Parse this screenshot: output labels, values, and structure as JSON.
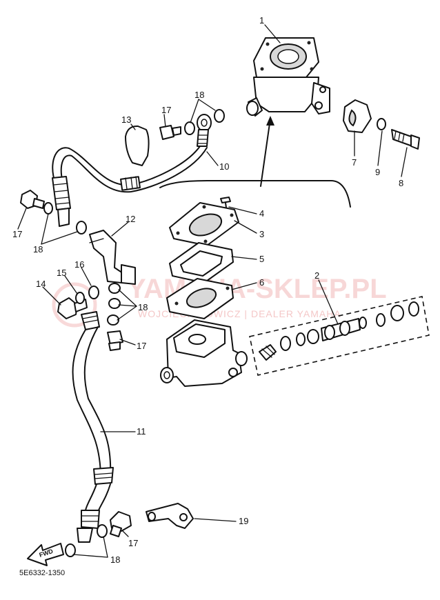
{
  "diagram": {
    "part_code": "5E6332-1350",
    "arrow_label": "FWD",
    "watermark": {
      "brand": "YAMAHA-SKLEP.PL",
      "dealer": "WOJCIECH KOWICZ | DEALER YAMAHA"
    },
    "callouts": [
      {
        "id": "c1",
        "text": "1"
      },
      {
        "id": "c2",
        "text": "2"
      },
      {
        "id": "c3",
        "text": "3"
      },
      {
        "id": "c4",
        "text": "4"
      },
      {
        "id": "c5",
        "text": "5"
      },
      {
        "id": "c6",
        "text": "6"
      },
      {
        "id": "c7",
        "text": "7"
      },
      {
        "id": "c8",
        "text": "8"
      },
      {
        "id": "c9",
        "text": "9"
      },
      {
        "id": "c10",
        "text": "10"
      },
      {
        "id": "c11",
        "text": "11"
      },
      {
        "id": "c12",
        "text": "12"
      },
      {
        "id": "c13",
        "text": "13"
      },
      {
        "id": "c14",
        "text": "14"
      },
      {
        "id": "c15",
        "text": "15"
      },
      {
        "id": "c16",
        "text": "16"
      },
      {
        "id": "c17a",
        "text": "17"
      },
      {
        "id": "c17b",
        "text": "17"
      },
      {
        "id": "c17c",
        "text": "17"
      },
      {
        "id": "c17d",
        "text": "17"
      },
      {
        "id": "c18a",
        "text": "18"
      },
      {
        "id": "c18b",
        "text": "18"
      },
      {
        "id": "c18c",
        "text": "18"
      },
      {
        "id": "c18d",
        "text": "18"
      },
      {
        "id": "c19",
        "text": "19"
      }
    ]
  }
}
